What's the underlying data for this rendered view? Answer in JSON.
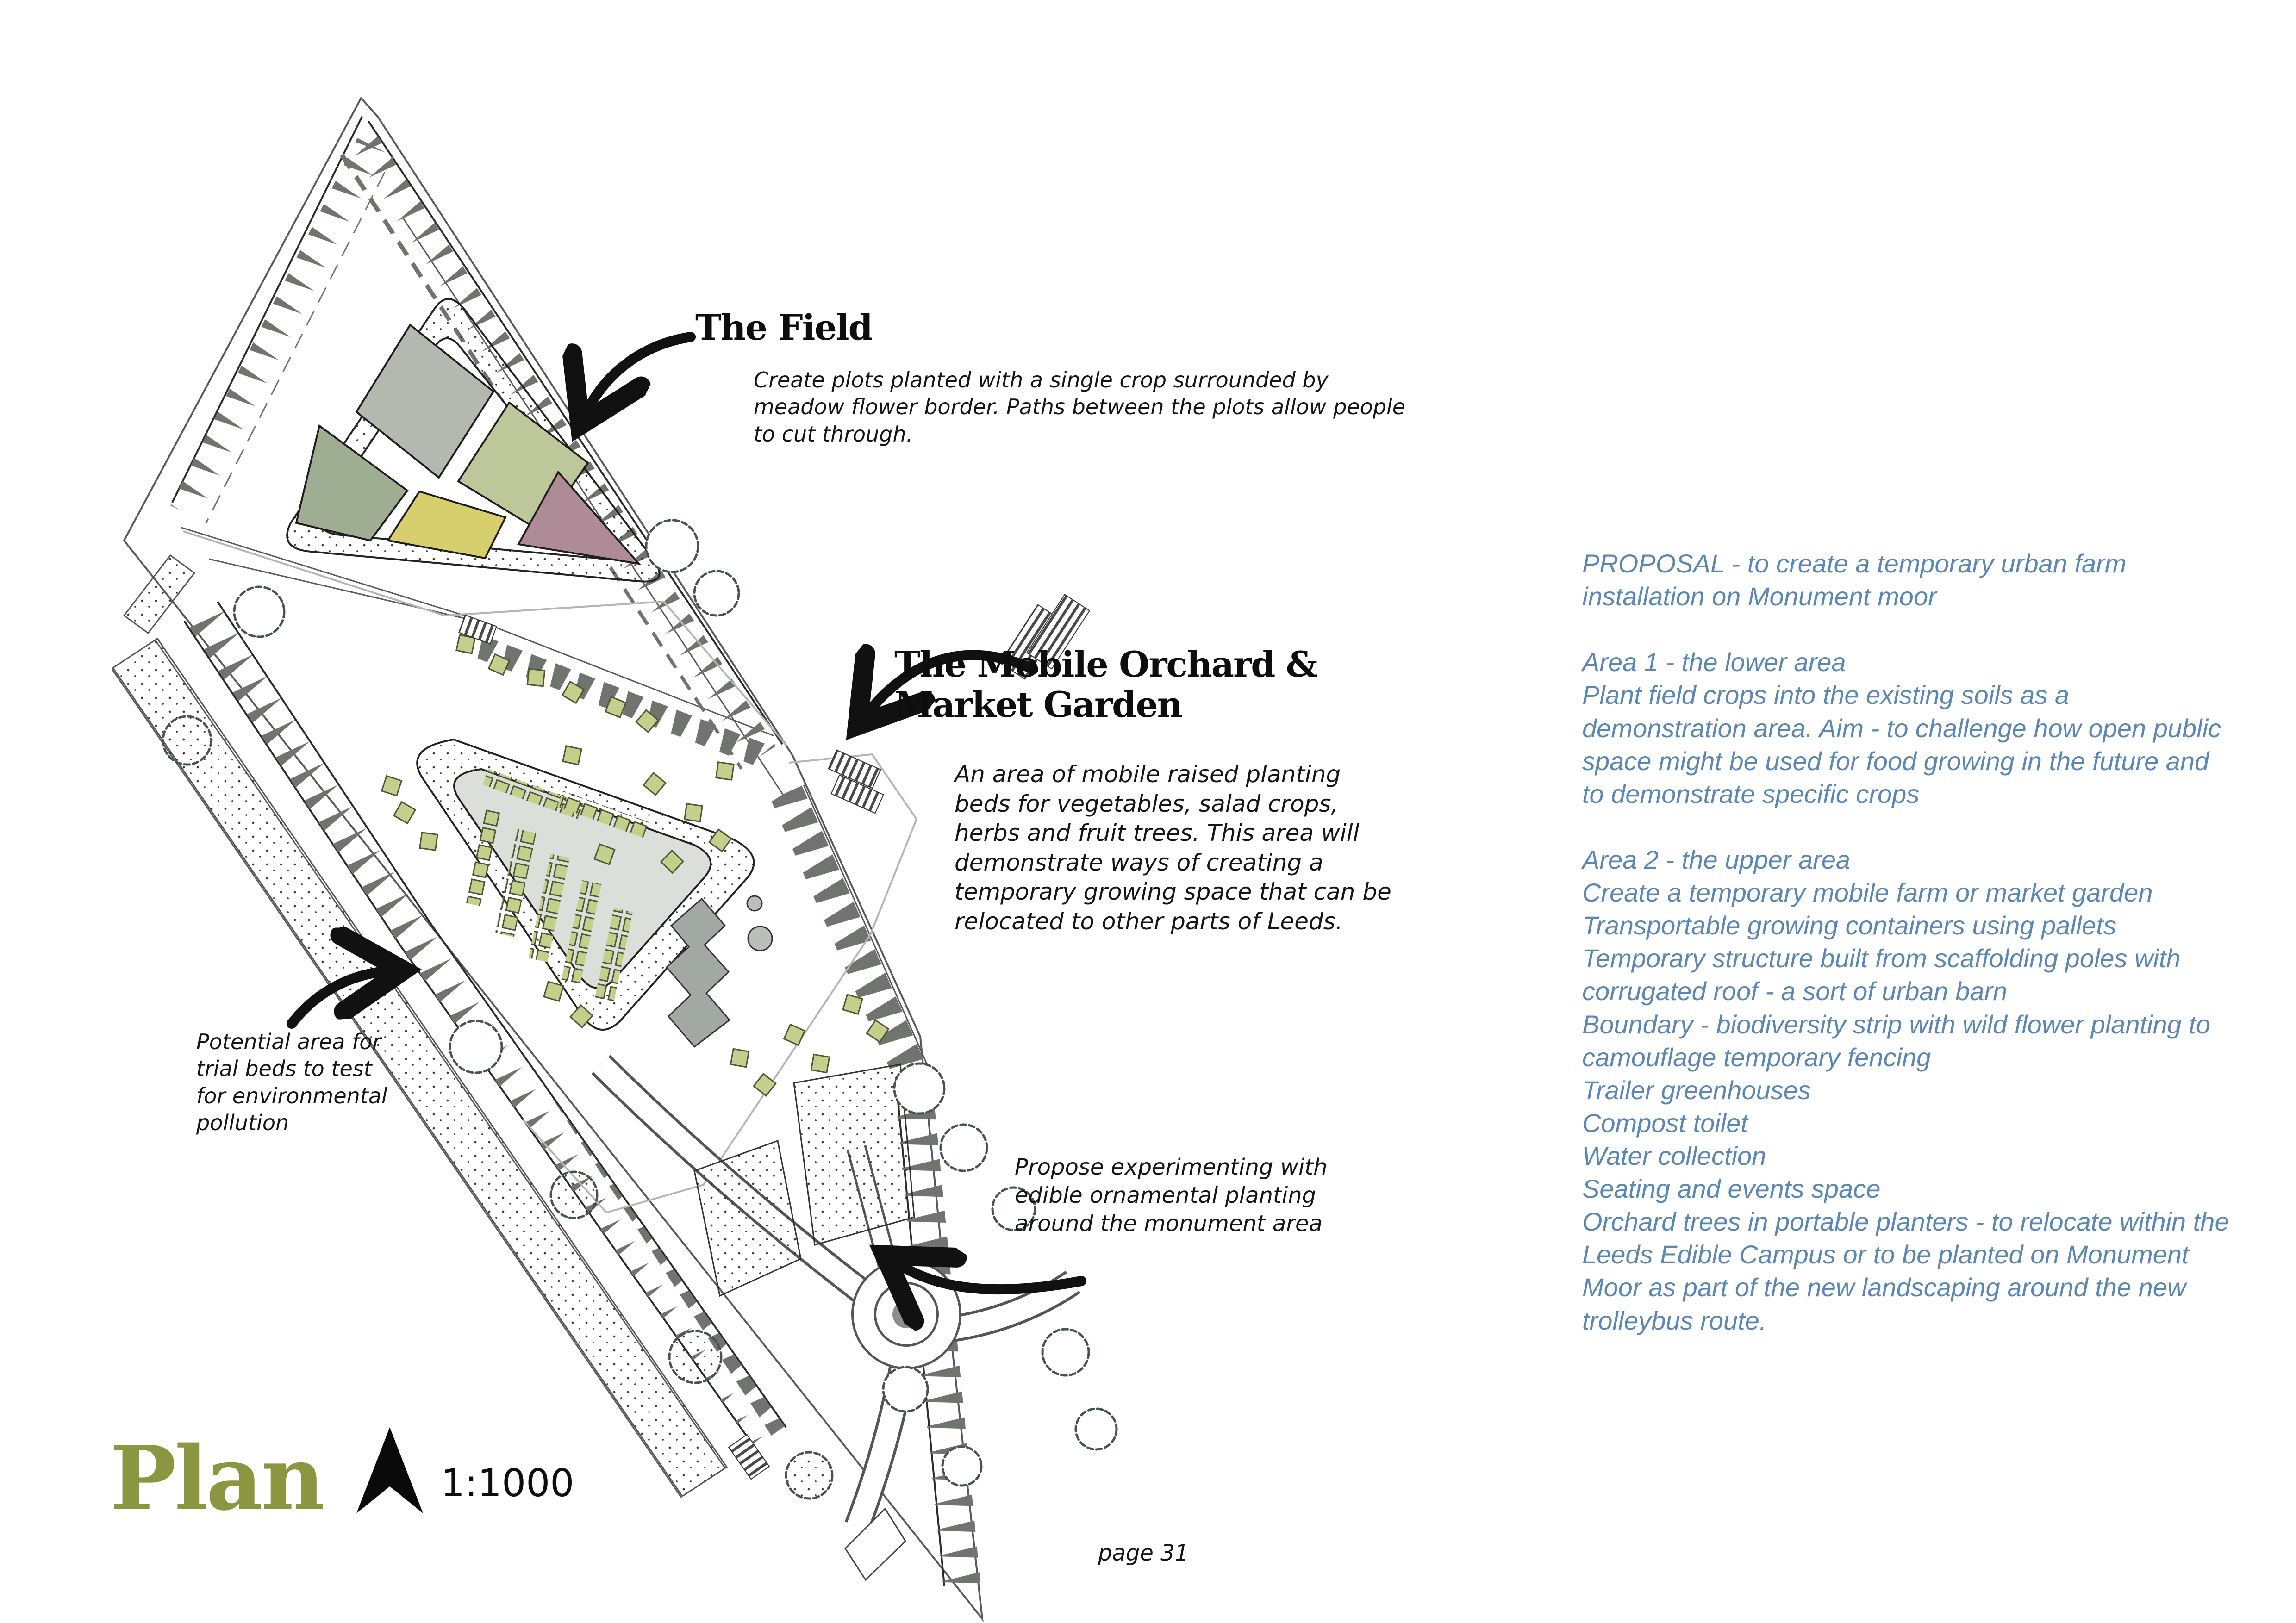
{
  "page": {
    "number_label": "page 31"
  },
  "title_block": {
    "title": "Plan",
    "title_color": "#8a9740",
    "scale_label": "1:1000",
    "north_icon": "north-arrow"
  },
  "annotations": {
    "field": {
      "heading": "The Field",
      "body": "Create plots planted with a single crop surrounded by meadow flower border.  Paths between the plots allow people to cut through."
    },
    "orchard": {
      "heading": "The Mobile Orchard & Market Garden",
      "body": "An area of mobile raised planting beds for vegetables, salad crops, herbs and fruit trees.  This area will demonstrate ways of creating a temporary growing space that can be relocated to other parts of Leeds."
    },
    "trial_beds": {
      "body": "Potential area for trial beds to test for environmental pollution"
    },
    "monument": {
      "body": "Propose experimenting with edible ornamental planting around the monument area"
    }
  },
  "proposal_panel": {
    "text_color": "#5b87b5",
    "text": "PROPOSAL - to create a temporary urban farm installation on Monument moor\n\nArea 1 - the lower area\nPlant field crops into the existing soils as a demonstration area.  Aim - to challenge how open public space might be used for food growing in the future and to demonstrate specific crops\n\nArea 2 - the upper area\nCreate a temporary mobile farm or market garden\nTransportable growing containers using pallets\nTemporary structure built from scaffolding poles with corrugated roof - a sort of urban barn\nBoundary - biodiversity strip with wild flower planting to camouflage temporary fencing\nTrailer greenhouses\nCompost toilet\nWater collection\nSeating and events space\nOrchard trees in portable planters - to relocate within the Leeds Edible Campus or to be planted on Monument Moor as part of the new landscaping around the new trolleybus route."
  },
  "plan_drawing": {
    "plot_colors": {
      "gray": "#b4b9b0",
      "sage": "#9fae92",
      "light_green": "#bdc79a",
      "yellow": "#d7ce6e",
      "mauve": "#ae8b97"
    },
    "orchard_fill": "#dbded9",
    "pallet_green": "#c3cf8b",
    "tree_outline": "#47564c",
    "monument_gray": "#8b908b"
  }
}
